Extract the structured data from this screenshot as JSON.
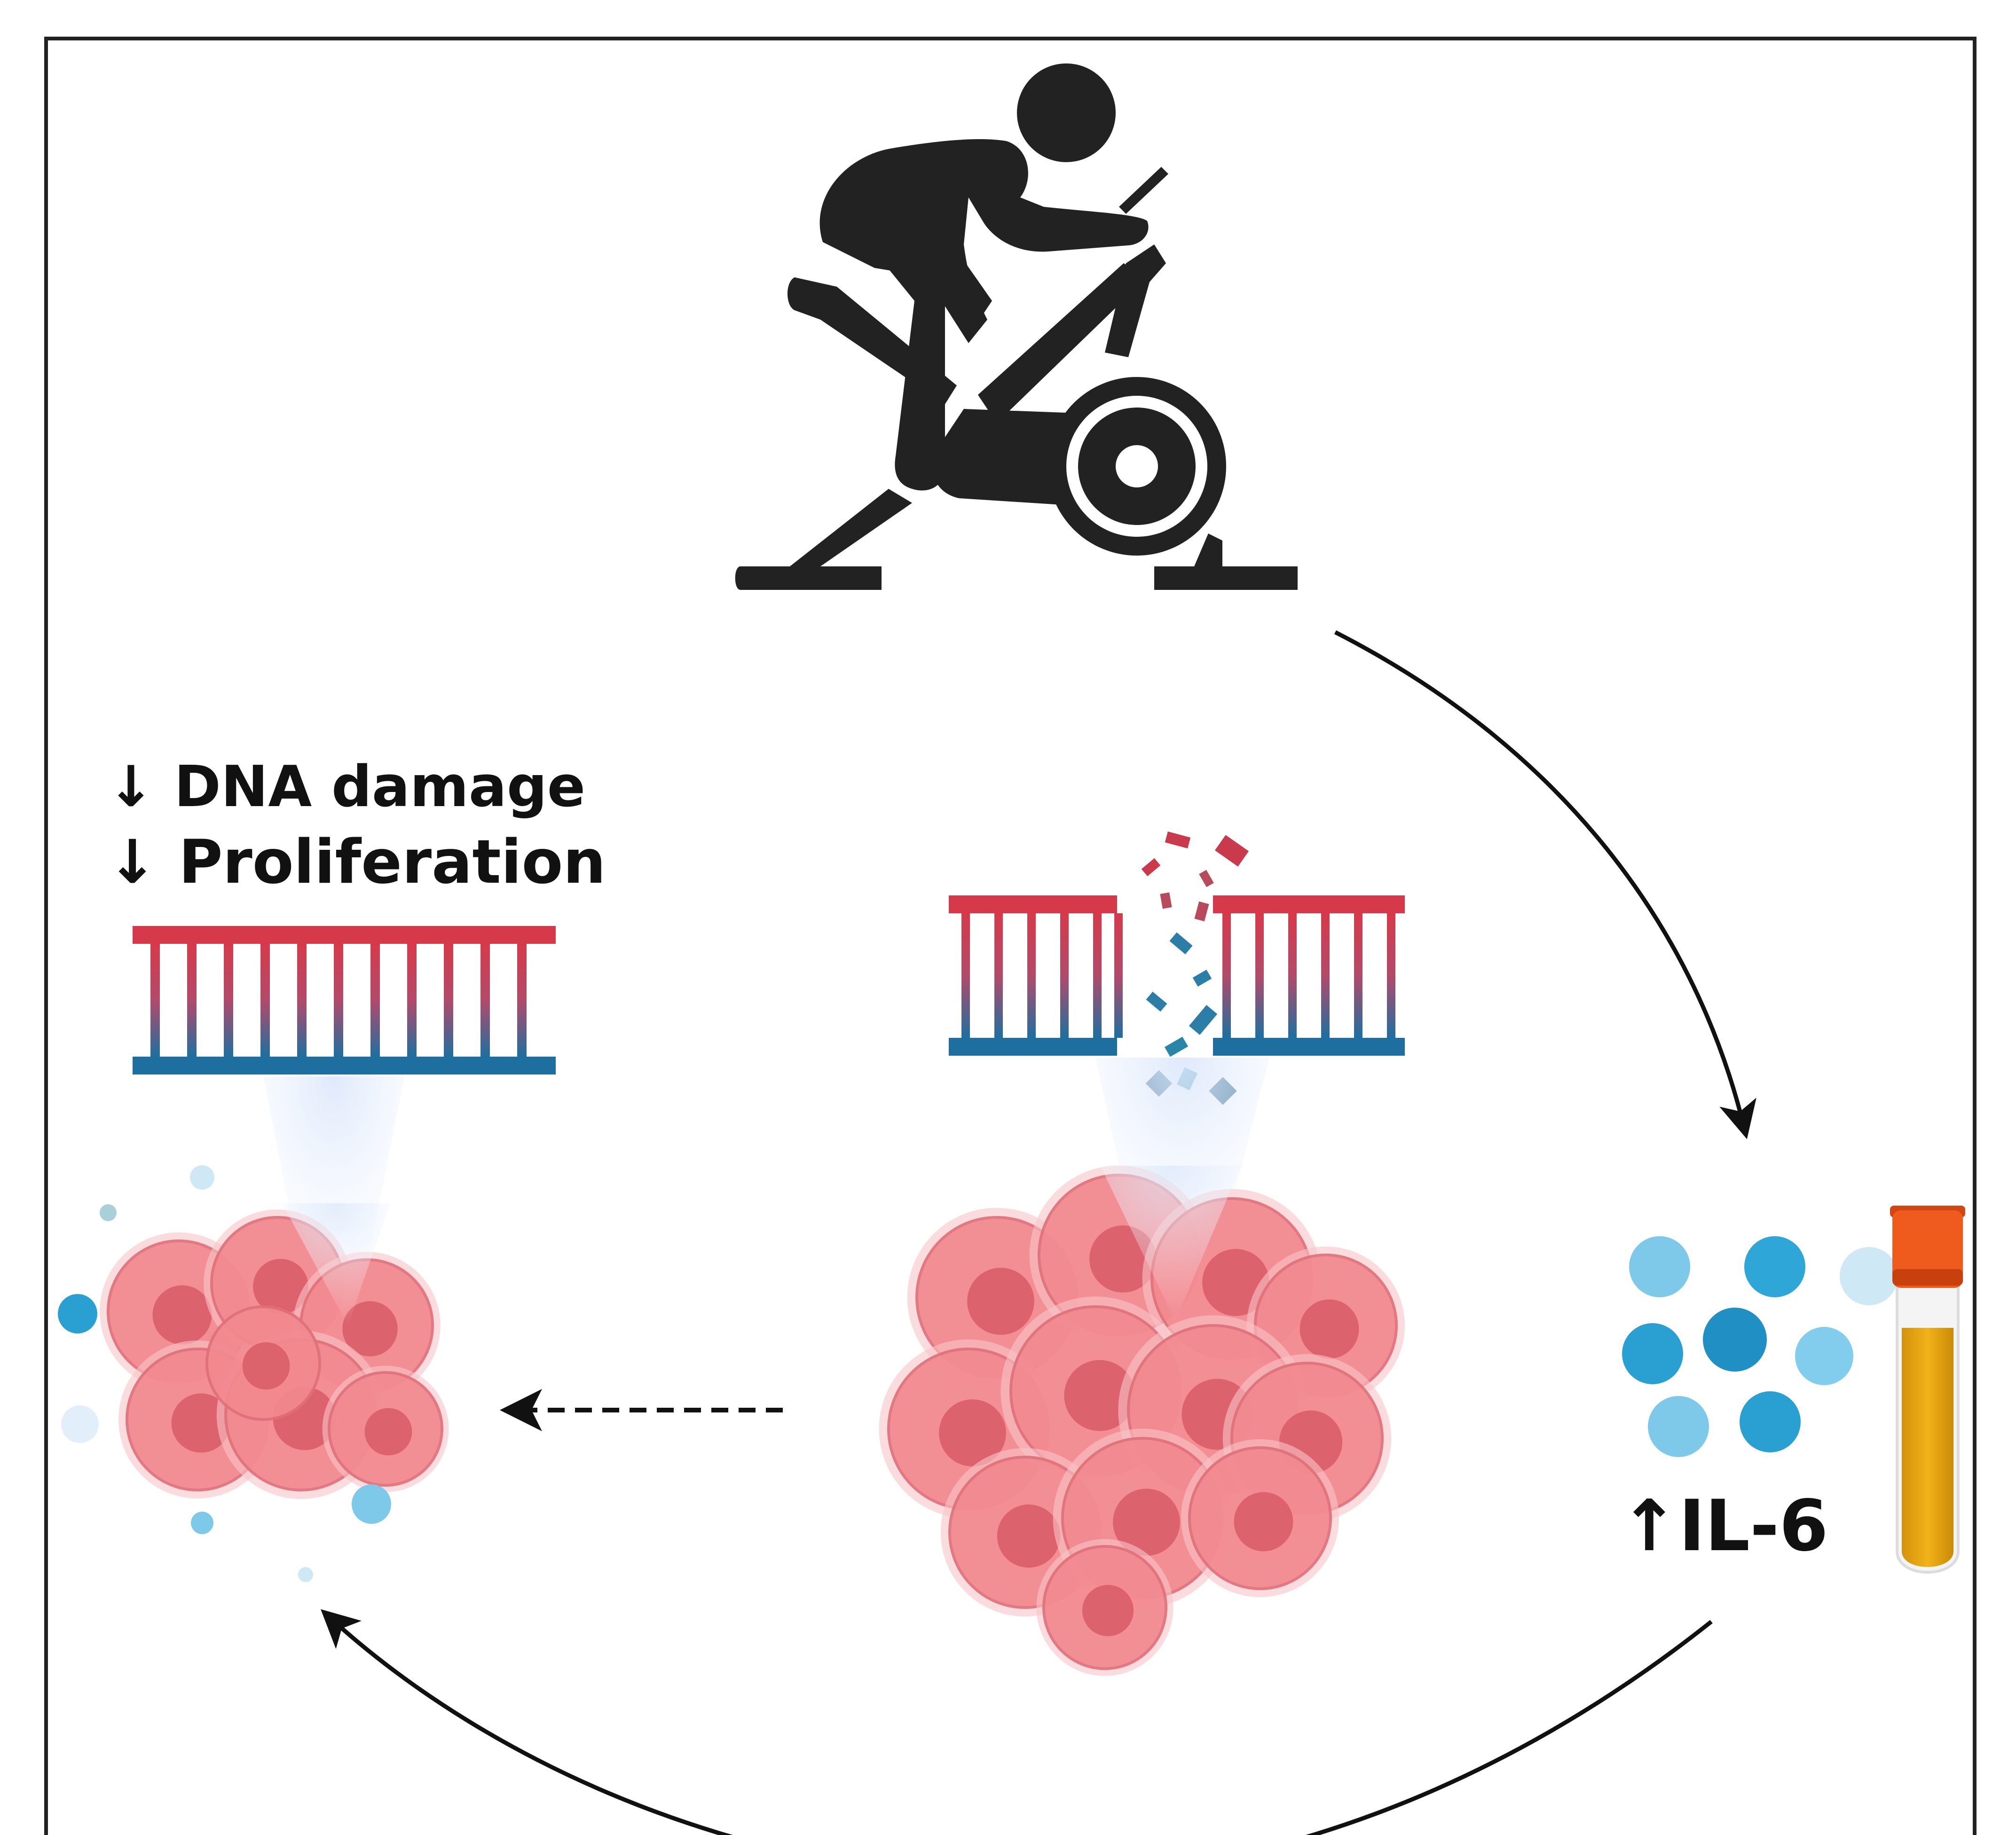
{
  "labels": {
    "dna_damage": "↓ DNA damage",
    "proliferation": "↓ Proliferation",
    "il6": "↑IL-6"
  },
  "nodes": [
    {
      "id": "exercise",
      "icon": "stationary-bike-cyclist-icon"
    },
    {
      "id": "il6",
      "icon": "blood-tube-icon"
    },
    {
      "id": "tumor-treated",
      "icon": "cell-cluster-icon"
    },
    {
      "id": "tumor-untreated",
      "icon": "cell-cluster-icon"
    }
  ],
  "edges": [
    {
      "from": "exercise",
      "to": "il6",
      "style": "solid"
    },
    {
      "from": "il6",
      "to": "tumor-treated",
      "style": "solid"
    },
    {
      "from": "tumor-untreated",
      "to": "tumor-treated",
      "style": "dashed"
    }
  ],
  "colors": {
    "outline": "#111111",
    "dna_red": "#d63a4a",
    "dna_blue": "#1e6f9f",
    "cell_pink": "#f2898f",
    "cell_nucleus": "#d85c66",
    "il6_blue": "#2ea7d8",
    "tube_cap": "#ef5a1d",
    "tube_liquid": "#e3a40c"
  }
}
